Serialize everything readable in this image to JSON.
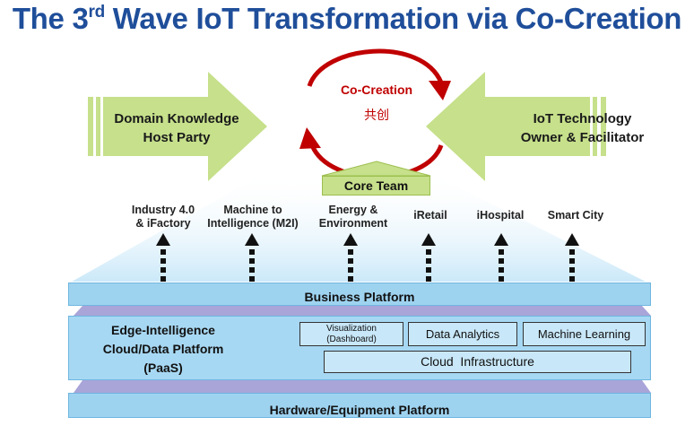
{
  "title": {
    "pre": "The 3",
    "sup": "rd",
    "post": " Wave IoT Transformation via Co-Creation"
  },
  "left_arrow": {
    "line1": "Domain Knowledge",
    "line2": "Host Party"
  },
  "right_arrow": {
    "line1": "IoT Technology",
    "line2": "Owner & Facilitator"
  },
  "co_creation": {
    "label": "Co-Creation",
    "chinese": "共创"
  },
  "core_team": "Core Team",
  "domains": [
    {
      "line1": "Industry 4.0",
      "line2": "& iFactory"
    },
    {
      "line1": "Machine to",
      "line2": "Intelligence (M2I)"
    },
    {
      "line1": "Energy &",
      "line2": "Environment"
    },
    {
      "line1": "iRetail",
      "line2": ""
    },
    {
      "line1": "iHospital",
      "line2": ""
    },
    {
      "line1": "Smart City",
      "line2": ""
    }
  ],
  "business_platform": "Business Platform",
  "edge_platform": {
    "line1": "Edge-Intelligence",
    "line2": "Cloud/Data Platform",
    "line3": "(PaaS)"
  },
  "services": {
    "visualization_line1": "Visualization",
    "visualization_line2": "(Dashboard)",
    "data_analytics": "Data Analytics",
    "machine_learning": "Machine Learning",
    "cloud_infrastructure": "Cloud  Infrastructure"
  },
  "hardware_platform": "Hardware/Equipment Platform",
  "colors": {
    "title": "#1f4e9a",
    "green_arrow": "#c6e08b",
    "red_cycle": "#c00000",
    "platform_blue": "#9ed3f0",
    "purple_layer": "#a9a5d9"
  }
}
